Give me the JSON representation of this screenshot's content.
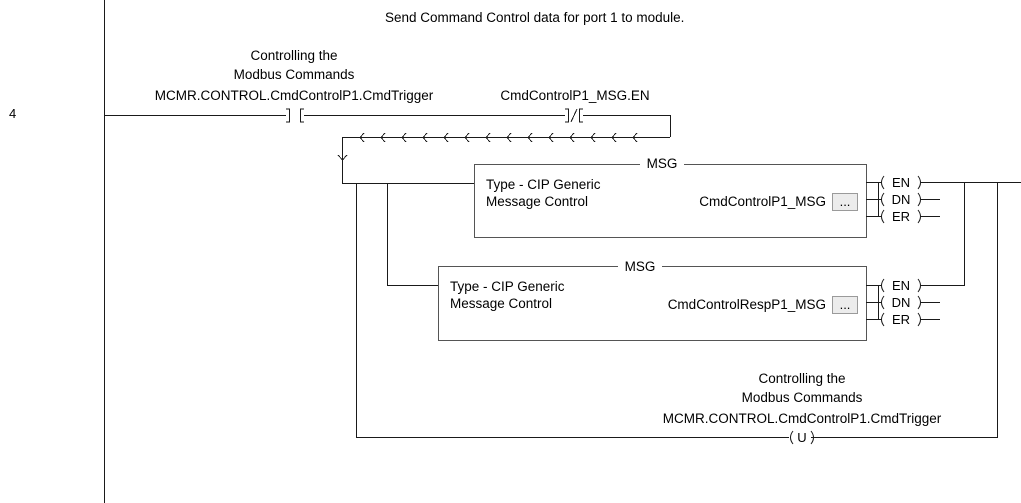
{
  "rung": {
    "number": "4",
    "comment": "Send Command Control data for port 1 to module."
  },
  "contact_xic": {
    "desc_line1": "Controlling the",
    "desc_line2": "Modbus Commands",
    "tag": "MCMR.CONTROL.CmdControlP1.CmdTrigger"
  },
  "contact_xio": {
    "tag": "CmdControlP1_MSG.EN"
  },
  "msg1": {
    "title": "MSG",
    "type_line1": "Type - CIP Generic",
    "type_line2": "Message Control",
    "tag": "CmdControlP1_MSG",
    "button": "...",
    "out_en": "EN",
    "out_dn": "DN",
    "out_er": "ER"
  },
  "msg2": {
    "title": "MSG",
    "type_line1": "Type - CIP Generic",
    "type_line2": "Message Control",
    "tag": "CmdControlRespP1_MSG",
    "button": "...",
    "out_en": "EN",
    "out_dn": "DN",
    "out_er": "ER"
  },
  "unlatch": {
    "desc_line1": "Controlling the",
    "desc_line2": "Modbus Commands",
    "tag": "MCMR.CONTROL.CmdControlP1.CmdTrigger",
    "symbol": "U"
  }
}
